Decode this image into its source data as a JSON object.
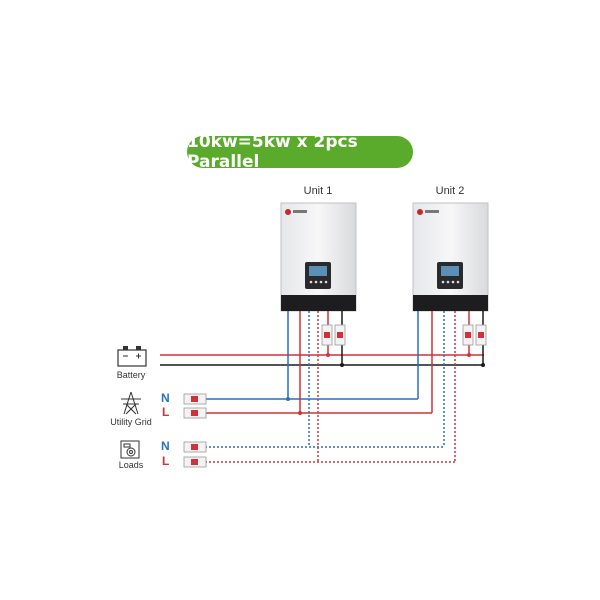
{
  "title": "10kw=5kw x 2pcs Parallel",
  "units": [
    {
      "label": "Unit 1"
    },
    {
      "label": "Unit 2"
    }
  ],
  "inputs": {
    "battery": "Battery",
    "utility_grid": "Utility Grid",
    "loads": "Loads"
  },
  "terminals": {
    "neutral": "N",
    "line": "L"
  },
  "colors": {
    "banner": "#5aab2c",
    "line_red": "#d1323a",
    "line_blue": "#2b6fc3",
    "line_black": "#1a1a1a",
    "neutral_label": "#2b6fc3",
    "line_label": "#d1323a"
  }
}
